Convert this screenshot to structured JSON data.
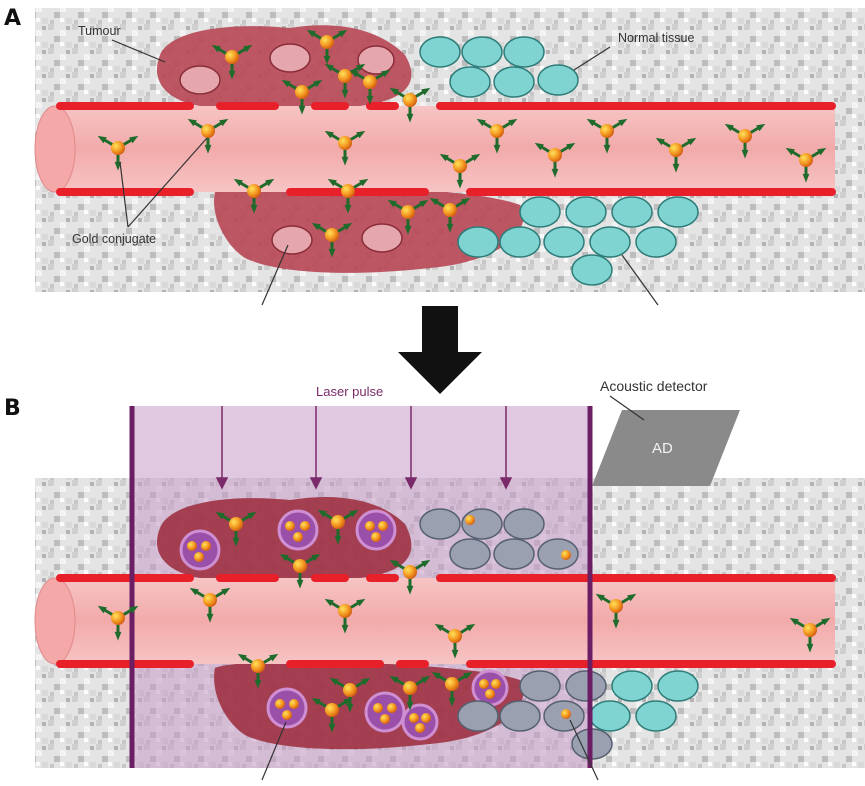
{
  "panels": {
    "a": {
      "letter": "A"
    },
    "b": {
      "letter": "B"
    }
  },
  "labels": {
    "tumour": "Tumour",
    "normal_tissue": "Normal tissue",
    "gold_conjugate": "Gold conjugate",
    "laser_pulse": "Laser pulse",
    "acoustic_detector": "Acoustic detector",
    "ad": "AD"
  },
  "colors": {
    "vessel_wall": "#e8202a",
    "vessel_fill": "#f5b7b7",
    "tumour": "#b84a57",
    "normal_cell": "#7fd3d0",
    "gold_particle": "#f39420",
    "ligand_arrow": "#1f6b2c",
    "laser_band": "#c79ac7",
    "laser_border": "#6b1e63",
    "detector": "#8a8a8a",
    "heated_cell": "#9aa0b0",
    "uptake_cell": "#9a4fa8"
  },
  "icons": {
    "transition_arrow": "down-arrow-icon",
    "conjugate": "gold-nanoparticle-icon"
  }
}
